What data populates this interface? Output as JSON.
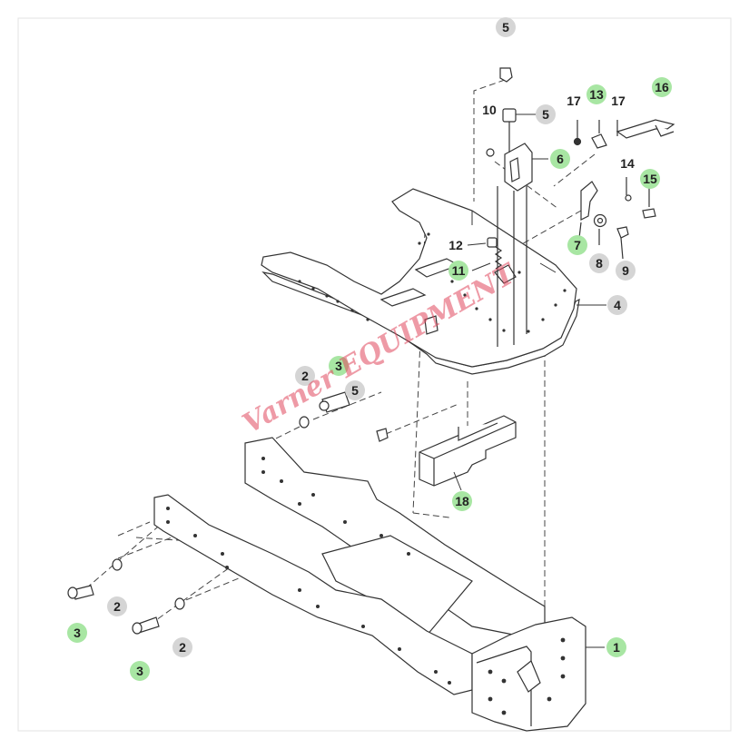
{
  "watermark": {
    "text": "Varner EQUIPMENT",
    "color": "#e0475d"
  },
  "colors": {
    "line": "#333333",
    "callout_gray": "#d5d5d5",
    "callout_green": "#a8e6a3",
    "callout_text": "#222222",
    "border": "#dddddd"
  },
  "callouts": [
    {
      "label": "5",
      "style": "gray"
    },
    {
      "label": "10",
      "style": "plain"
    },
    {
      "label": "5",
      "style": "gray"
    },
    {
      "label": "17",
      "style": "plain"
    },
    {
      "label": "13",
      "style": "green"
    },
    {
      "label": "17",
      "style": "plain"
    },
    {
      "label": "16",
      "style": "green"
    },
    {
      "label": "6",
      "style": "green"
    },
    {
      "label": "14",
      "style": "plain"
    },
    {
      "label": "15",
      "style": "green"
    },
    {
      "label": "12",
      "style": "plain"
    },
    {
      "label": "11",
      "style": "green"
    },
    {
      "label": "7",
      "style": "green"
    },
    {
      "label": "8",
      "style": "gray"
    },
    {
      "label": "9",
      "style": "gray"
    },
    {
      "label": "4",
      "style": "gray"
    },
    {
      "label": "2",
      "style": "gray"
    },
    {
      "label": "3",
      "style": "green"
    },
    {
      "label": "5",
      "style": "gray"
    },
    {
      "label": "18",
      "style": "green"
    },
    {
      "label": "2",
      "style": "gray"
    },
    {
      "label": "3",
      "style": "green"
    },
    {
      "label": "2",
      "style": "gray"
    },
    {
      "label": "3",
      "style": "green"
    },
    {
      "label": "1",
      "style": "green"
    }
  ]
}
